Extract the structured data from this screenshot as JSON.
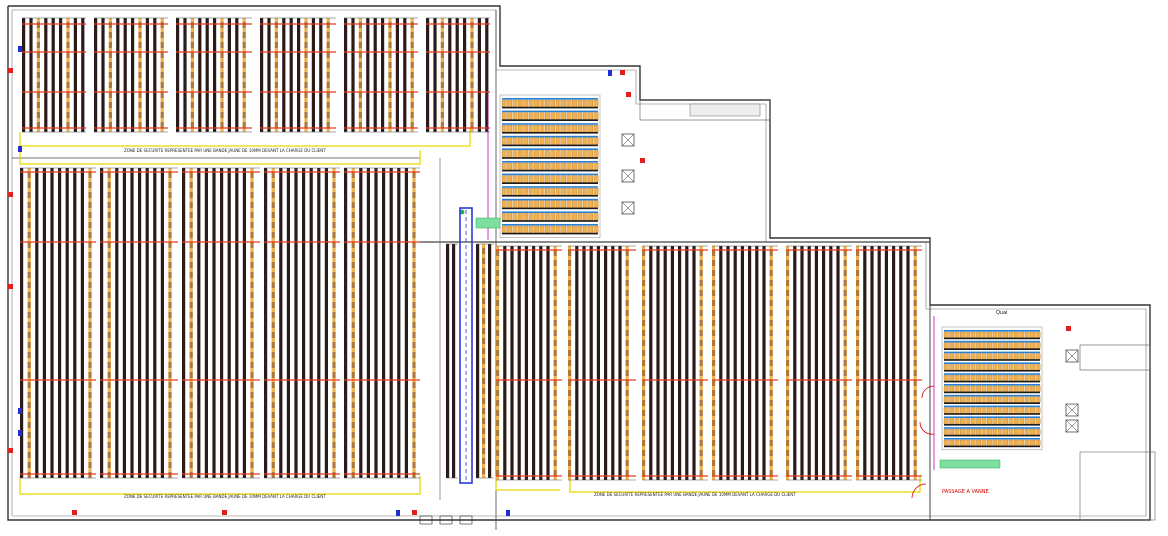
{
  "labels": {
    "zone_north": "ZONE DE SECURITE REPRESENTEE PAR UNE BANDE JAUNE DE 10MM DEVANT LA CHARGE DU CLIENT",
    "zone_south_west": "ZONE DE SECURITE REPRESENTEE PAR UNE BANDE JAUNE DE 10MM DEVANT LA CHARGE DU CLIENT",
    "zone_south_east": "ZONE DE SECURITE REPRESENTEE PAR UNE BANDE JAUNE DE 10MM DEVANT LA CHARGE DU CLIENT",
    "passage": "PASSAGE A VANNE",
    "quai": "Quai"
  },
  "colors": {
    "rack_dark": "#2b1a1a",
    "rack_orange": "#f0b050",
    "beam_red": "#e83a1a",
    "safety_yellow": "#e8d800",
    "blue_lane": "#2a3ad8",
    "magenta_line": "#c000c0",
    "green_marker": "#20b050",
    "stripe_blue": "#2a7fd0",
    "door_red": "#e02020",
    "wall": "#333333"
  }
}
